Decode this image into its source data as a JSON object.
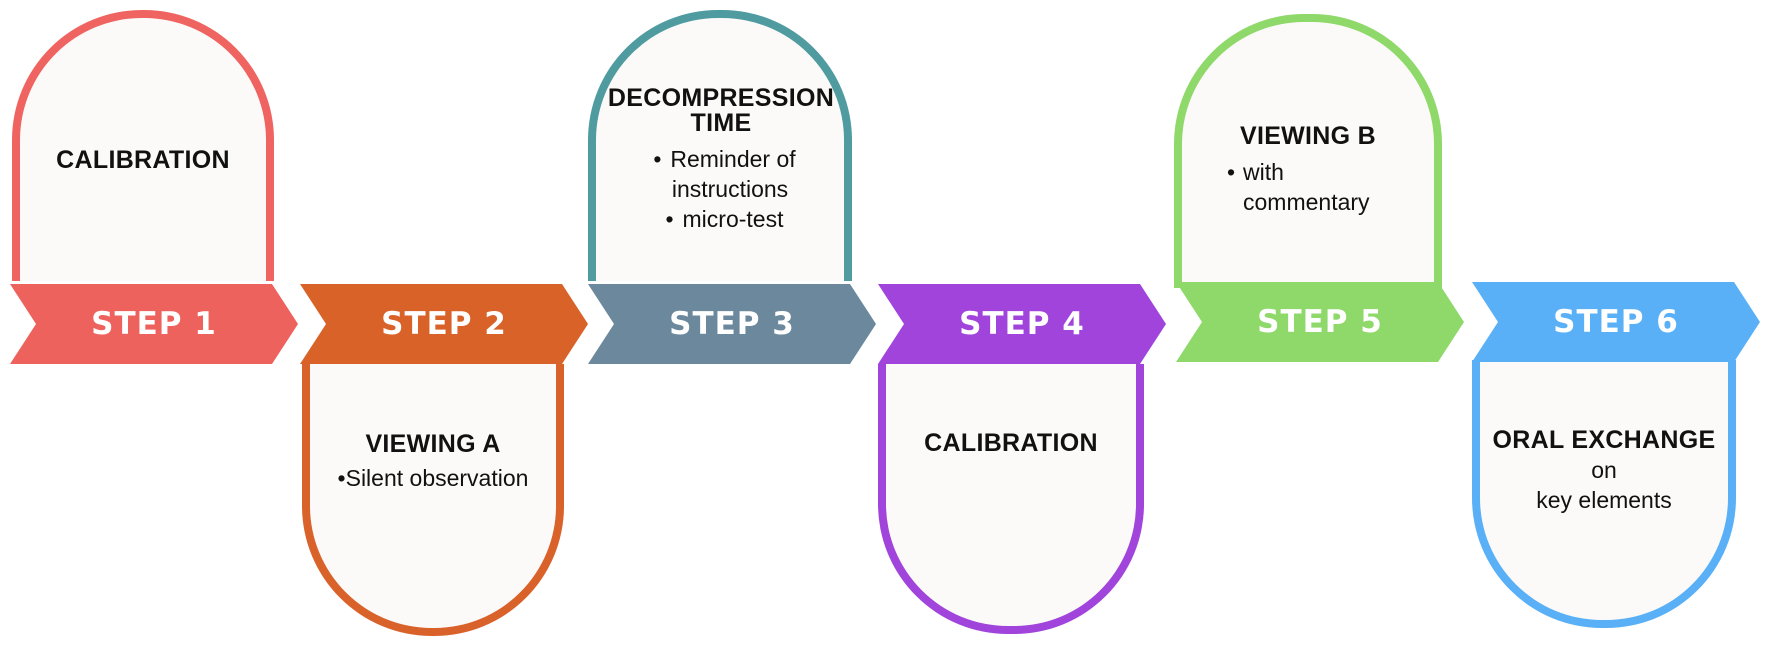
{
  "steps": [
    {
      "label": "STEP 1",
      "color": "#ef6461",
      "arrow_color": "#ee625e",
      "position": "top",
      "title": "CALIBRATION",
      "lines": []
    },
    {
      "label": "STEP 2",
      "color": "#d9622a",
      "arrow_color": "#d86228",
      "position": "bottom",
      "title": "VIEWING  A",
      "lines": [
        "•Silent observation"
      ]
    },
    {
      "label": "STEP 3",
      "color": "#4f9ba0",
      "arrow_color": "#6b889c",
      "position": "top",
      "title": "DECOMPRESSION TIME",
      "lines": [
        "Reminder of",
        "instructions",
        "micro-test"
      ]
    },
    {
      "label": "STEP 4",
      "color": "#a044dc",
      "arrow_color": "#a044dc",
      "position": "bottom",
      "title": "CALIBRATION",
      "lines": []
    },
    {
      "label": "STEP 5",
      "color": "#8fd86a",
      "arrow_color": "#8fd86a",
      "position": "top",
      "title": "VIEWING  B",
      "lines": [
        "with",
        "commentary"
      ]
    },
    {
      "label": "STEP 6",
      "color": "#5ab0f6",
      "arrow_color": "#5ab0f6",
      "position": "bottom",
      "title": "ORAL EXCHANGE",
      "lines": [
        "on",
        "key elements"
      ]
    }
  ]
}
